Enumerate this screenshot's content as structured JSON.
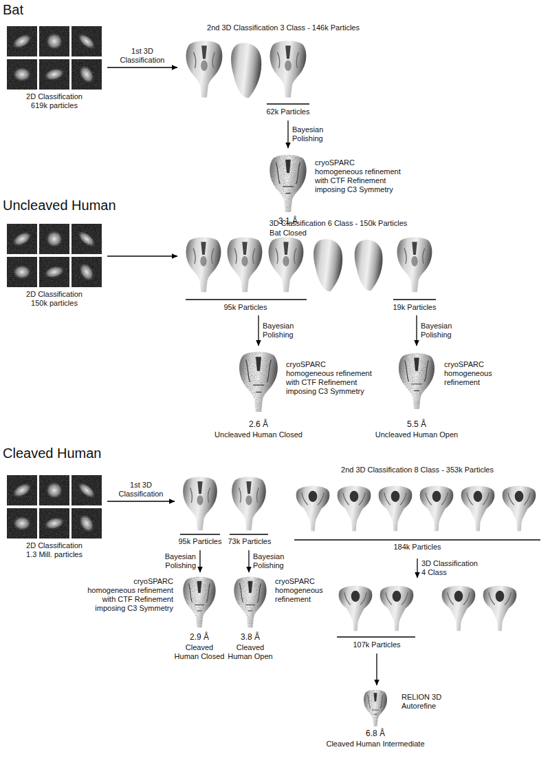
{
  "diagram": {
    "nodes": [
      {
        "text": [
          "2D Classification 619k particles"
        ]
      },
      {
        "text": [
          "2nd 3D Classification 3 Class - 146k Particles"
        ]
      },
      {
        "text": [
          "62k Particles"
        ],
        "in": 1
      },
      {
        "text": [
          "cryoSPARC homogeneous refinement with CTF Refinement imposing C3 Symmetry",
          "3.1 Å",
          "Bat Closed"
        ]
      },
      {
        "text": [
          "2D Classification 150k particles"
        ]
      },
      {
        "text": [
          "3D Classification 6 Class - 150k Particles"
        ]
      },
      {
        "text": [
          "95k Particles"
        ],
        "in": 5
      },
      {
        "text": [
          "19k Particles"
        ],
        "in": 5
      },
      {
        "text": [
          "cryoSPARC homogeneous refinement with CTF Refinement imposing C3 Symmetry",
          "2.6 Å",
          "Uncleaved Human Closed"
        ]
      },
      {
        "text": [
          "cryoSPARC homogeneous refinement",
          "5.5 Å",
          "Uncleaved Human Open"
        ]
      },
      {
        "text": [
          "2D Classification 1.3 Mill. particles"
        ]
      },
      {
        "text": [
          "95k Particles"
        ]
      },
      {
        "text": [
          "73k Particles"
        ]
      },
      {
        "text": [
          "2nd 3D Classification 8 Class - 353k Particles",
          "184k Particles"
        ]
      },
      {
        "text": [
          "cryoSPARC homogeneous refinement with CTF Refinement imposing C3 Symmetry",
          "2.9 Å",
          "Cleaved Human Closed"
        ]
      },
      {
        "text": [
          "cryoSPARC homogeneous refinement",
          "3.8 Å",
          "Cleaved Human Open"
        ]
      },
      {
        "text": [
          "107k Particles"
        ]
      },
      {
        "text": [
          "RELION 3D Autorefine",
          "6.8 Å",
          "Cleaved Human Intermediate"
        ]
      }
    ],
    "edges": [
      {
        "from": 0,
        "to": 1,
        "label": "1st 3D Classification",
        "arrow": "to"
      },
      {
        "from": 2,
        "to": 3,
        "label": "Bayesian Polishing",
        "arrow": "to"
      },
      {
        "from": 4,
        "to": 5,
        "arrow": "to"
      },
      {
        "from": 6,
        "to": 8,
        "label": "Bayesian Polishing",
        "arrow": "to"
      },
      {
        "from": 7,
        "to": 9,
        "label": "Bayesian Polishing",
        "arrow": "to"
      },
      {
        "from": 10,
        "to": 11,
        "label": "1st 3D Classification",
        "arrow": "to"
      },
      {
        "from": 11,
        "to": 14,
        "label": "Bayesian Polishing",
        "arrow": "to"
      },
      {
        "from": 12,
        "to": 15,
        "label": "Bayesian Polishing",
        "arrow": "to"
      },
      {
        "from": 13,
        "to": 16,
        "label": "3D Classification 4 Class",
        "arrow": "to"
      },
      {
        "from": 16,
        "to": 17,
        "arrow": "to"
      }
    ],
    "labels": [
      "Bat",
      "Uncleaved Human",
      "Cleaved Human"
    ]
  }
}
